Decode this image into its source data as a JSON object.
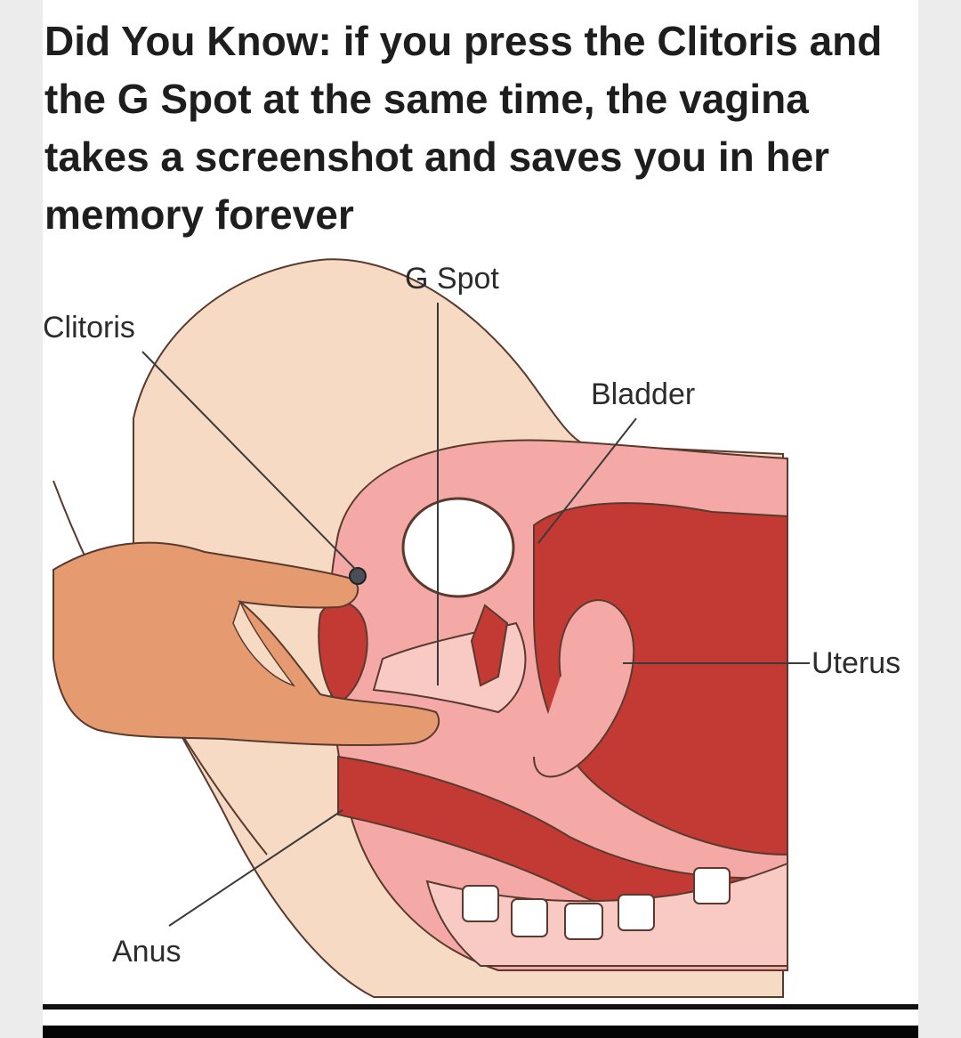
{
  "caption": "Did You Know: if you press the Clitoris and the G Spot at the same time, the vagina takes a screenshot and saves you in her memory forever",
  "labels": {
    "g_spot": "G Spot",
    "clitoris": "Clitoris",
    "bladder": "Bladder",
    "uterus": "Uterus",
    "anus": "Anus"
  },
  "colors": {
    "skin_pale": "#f7dac4",
    "tissue_pink": "#f4a9a6",
    "tissue_light": "#f9c9c4",
    "organ_red": "#c33a35",
    "organ_dark": "#a8292a",
    "hand": "#e59a70",
    "outline": "#5a3a2e"
  }
}
